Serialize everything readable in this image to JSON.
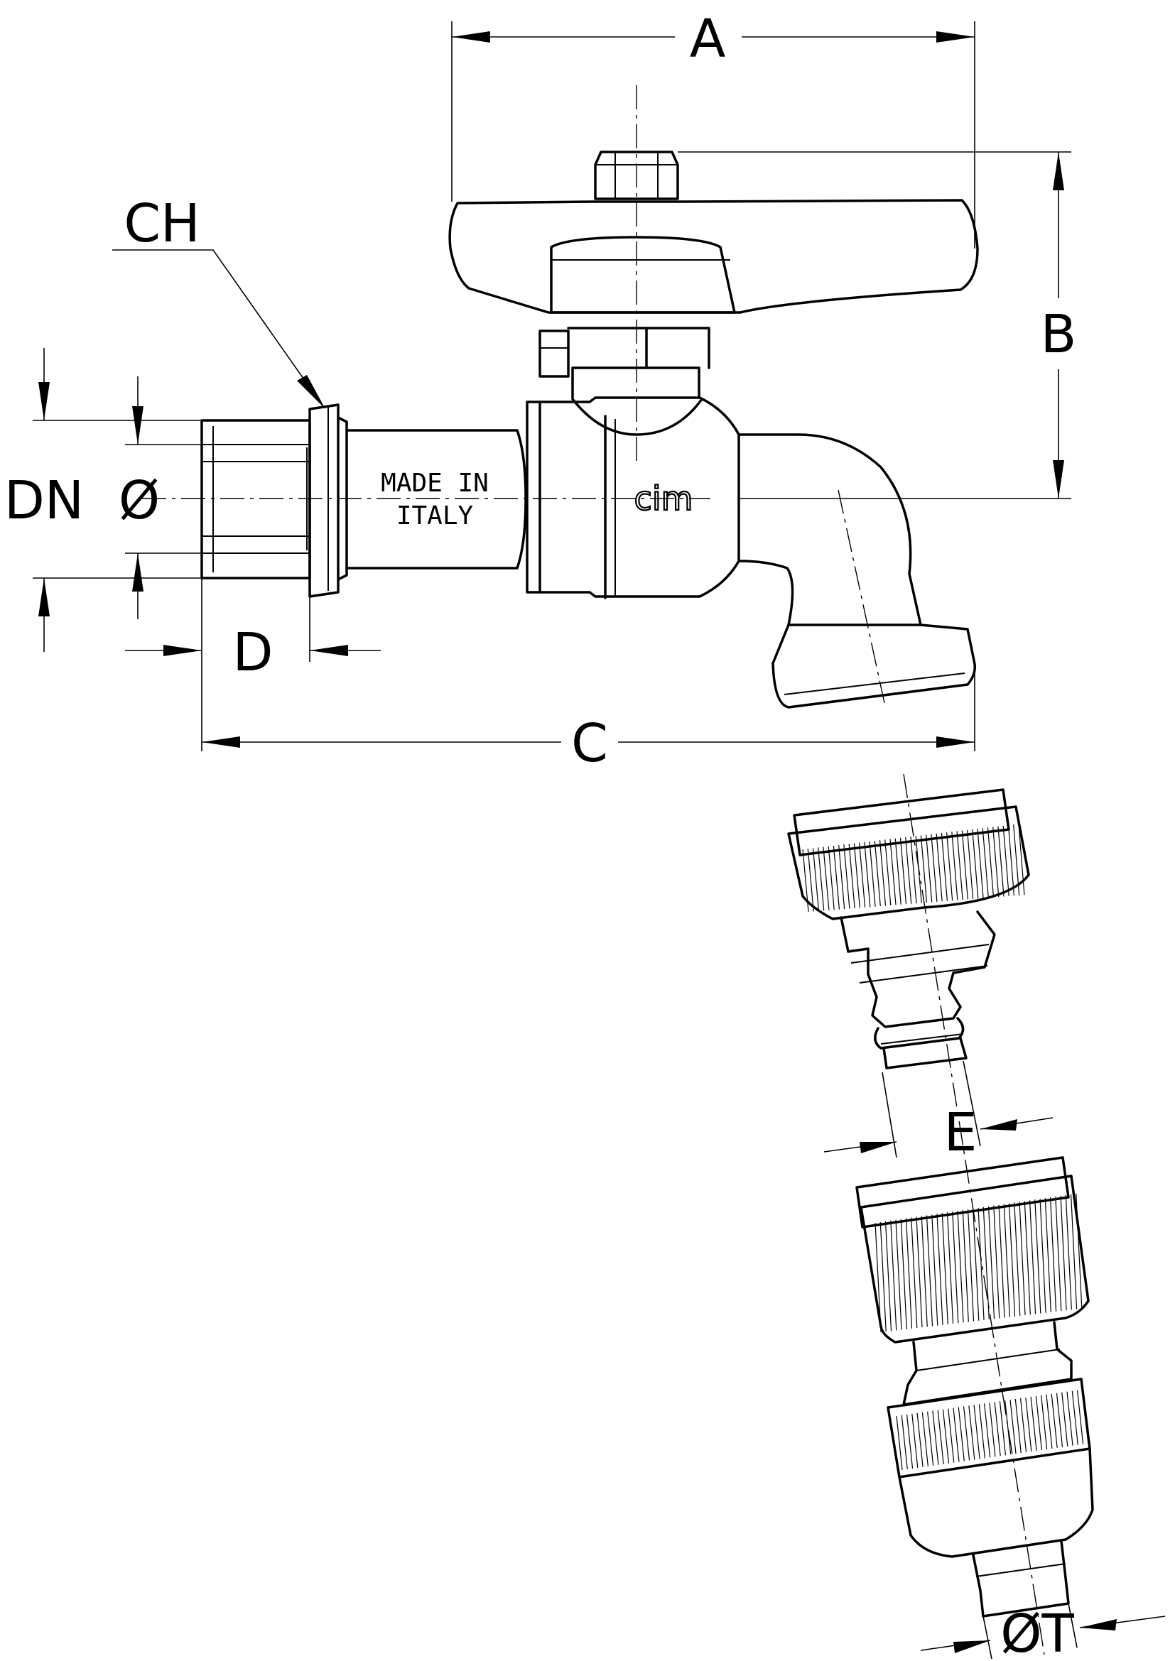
{
  "labels": {
    "a": "A",
    "b": "B",
    "c": "C",
    "d": "D",
    "ch": "CH",
    "dn": "DN",
    "dia": "Ø",
    "e": "E",
    "dia_t": "ØT"
  },
  "marking": {
    "line1": "MADE IN",
    "line2": "ITALY",
    "logo": "cim"
  }
}
